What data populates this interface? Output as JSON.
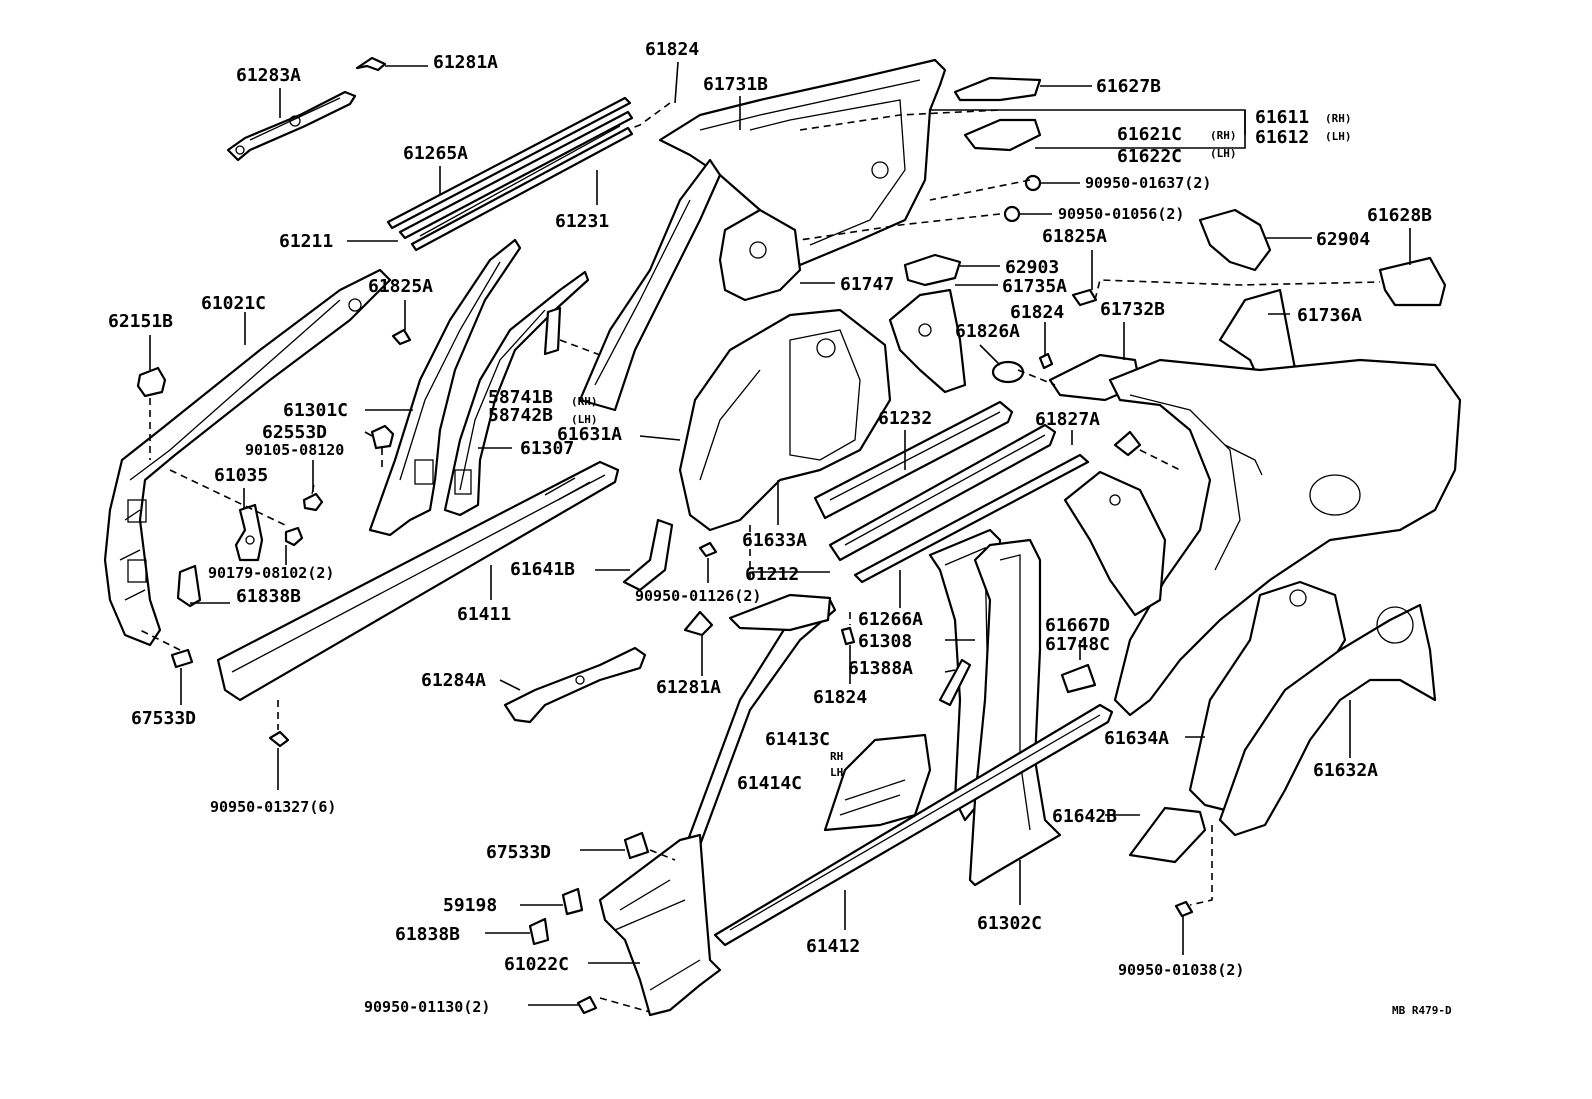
{
  "diagram": {
    "code": "MB R479-D",
    "labels": [
      {
        "id": "61283A",
        "text": "61283A"
      },
      {
        "id": "61281A_top",
        "text": "61281A"
      },
      {
        "id": "61824_top",
        "text": "61824"
      },
      {
        "id": "61731B",
        "text": "61731B"
      },
      {
        "id": "61627B",
        "text": "61627B"
      },
      {
        "id": "61611",
        "text": "61611"
      },
      {
        "id": "61612",
        "text": "61612"
      },
      {
        "id": "61621C",
        "text": "61621C"
      },
      {
        "id": "61622C",
        "text": "61622C"
      },
      {
        "id": "rh1",
        "text": "(RH)"
      },
      {
        "id": "lh1",
        "text": "(LH)"
      },
      {
        "id": "rh2",
        "text": "(RH)"
      },
      {
        "id": "lh2",
        "text": "(LH)"
      },
      {
        "id": "90950_01637",
        "text": "90950-01637(2)"
      },
      {
        "id": "90950_01056",
        "text": "90950-01056(2)"
      },
      {
        "id": "61628B",
        "text": "61628B"
      },
      {
        "id": "62904",
        "text": "62904"
      },
      {
        "id": "61265A",
        "text": "61265A"
      },
      {
        "id": "61231",
        "text": "61231"
      },
      {
        "id": "61211",
        "text": "61211"
      },
      {
        "id": "62151B",
        "text": "62151B"
      },
      {
        "id": "61021C",
        "text": "61021C"
      },
      {
        "id": "61825A_left",
        "text": "61825A"
      },
      {
        "id": "61825A_right",
        "text": "61825A"
      },
      {
        "id": "62903",
        "text": "62903"
      },
      {
        "id": "61747",
        "text": "61747"
      },
      {
        "id": "61735A",
        "text": "61735A"
      },
      {
        "id": "61824_mid",
        "text": "61824"
      },
      {
        "id": "61732B",
        "text": "61732B"
      },
      {
        "id": "61736A",
        "text": "61736A"
      },
      {
        "id": "61826A",
        "text": "61826A"
      },
      {
        "id": "58741B",
        "text": "58741B"
      },
      {
        "id": "58742B",
        "text": "58742B"
      },
      {
        "id": "rh3",
        "text": "(RH)"
      },
      {
        "id": "lh3",
        "text": "(LH)"
      },
      {
        "id": "61301C",
        "text": "61301C"
      },
      {
        "id": "62553D",
        "text": "62553D"
      },
      {
        "id": "90105_08120",
        "text": "90105-08120"
      },
      {
        "id": "61307",
        "text": "61307"
      },
      {
        "id": "61631A",
        "text": "61631A"
      },
      {
        "id": "61232",
        "text": "61232"
      },
      {
        "id": "61827A",
        "text": "61827A"
      },
      {
        "id": "61035",
        "text": "61035"
      },
      {
        "id": "61633A",
        "text": "61633A"
      },
      {
        "id": "61212",
        "text": "61212"
      },
      {
        "id": "90179_08102",
        "text": "90179-08102(2)"
      },
      {
        "id": "61838B_left",
        "text": "61838B"
      },
      {
        "id": "61641B",
        "text": "61641B"
      },
      {
        "id": "61411",
        "text": "61411"
      },
      {
        "id": "90950_01126",
        "text": "90950-01126(2)"
      },
      {
        "id": "61266A",
        "text": "61266A"
      },
      {
        "id": "61308",
        "text": "61308"
      },
      {
        "id": "61388A",
        "text": "61388A"
      },
      {
        "id": "61667D",
        "text": "61667D"
      },
      {
        "id": "61748C",
        "text": "61748C"
      },
      {
        "id": "61284A",
        "text": "61284A"
      },
      {
        "id": "61281A_bottom",
        "text": "61281A"
      },
      {
        "id": "61824_bottom",
        "text": "61824"
      },
      {
        "id": "67533D_left",
        "text": "67533D"
      },
      {
        "id": "61413C",
        "text": "61413C"
      },
      {
        "id": "rh4",
        "text": "RH"
      },
      {
        "id": "lh4",
        "text": "LH"
      },
      {
        "id": "61414C",
        "text": "61414C"
      },
      {
        "id": "61634A",
        "text": "61634A"
      },
      {
        "id": "61632A",
        "text": "61632A"
      },
      {
        "id": "90950_01327",
        "text": "90950-01327(6)"
      },
      {
        "id": "61642B",
        "text": "61642B"
      },
      {
        "id": "67533D_bottom",
        "text": "67533D"
      },
      {
        "id": "59198",
        "text": "59198"
      },
      {
        "id": "61838B_bottom",
        "text": "61838B"
      },
      {
        "id": "61022C",
        "text": "61022C"
      },
      {
        "id": "61412",
        "text": "61412"
      },
      {
        "id": "61302C",
        "text": "61302C"
      },
      {
        "id": "90950_01038",
        "text": "90950-01038(2)"
      },
      {
        "id": "90950_01130",
        "text": "90950-01130(2)"
      }
    ]
  }
}
